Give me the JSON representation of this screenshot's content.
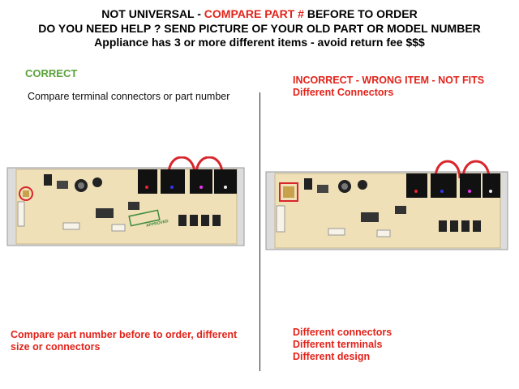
{
  "header": {
    "line1_prefix": "NOT UNIVERSAL - ",
    "line1_highlight": "COMPARE PART #",
    "line1_suffix": " BEFORE TO ORDER",
    "line2": "DO YOU NEED HELP ? SEND PICTURE OF YOUR OLD PART OR MODEL NUMBER",
    "line3": "Appliance has 3 or more different items  - avoid return fee $$$"
  },
  "left": {
    "label": "CORRECT",
    "subtitle": "Compare terminal connectors or part number",
    "stamp": "APPROVED",
    "note_line1": "Compare part number before to order, different",
    "note_line2": "size or connectors"
  },
  "right": {
    "label_line1": "INCORRECT - WRONG ITEM - NOT FITS",
    "label_line2": "Different Connectors",
    "notes": [
      "Different connectors",
      "Different terminals",
      "Different design"
    ]
  },
  "colors": {
    "correct": "#5aa33a",
    "incorrect": "#e2231a",
    "board": "#efe0b8",
    "relay": "#111111",
    "wire": "#d8262b"
  }
}
